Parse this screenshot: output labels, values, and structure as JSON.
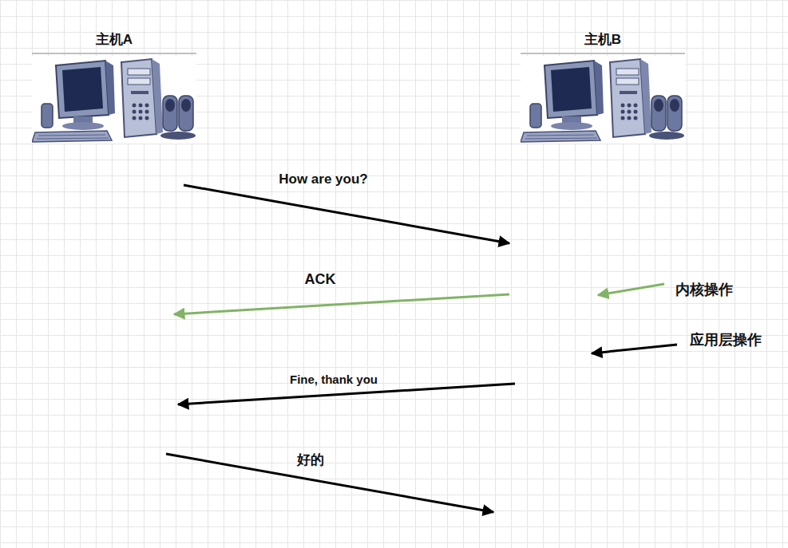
{
  "diagram": {
    "nodes": [
      {
        "text": [
          "主机A"
        ]
      },
      {
        "text": [
          "主机B"
        ]
      }
    ],
    "labels": [
      "How are you?",
      "ACK",
      "内核操作",
      "应用层操作",
      "Fine, thank you",
      "好的"
    ]
  }
}
